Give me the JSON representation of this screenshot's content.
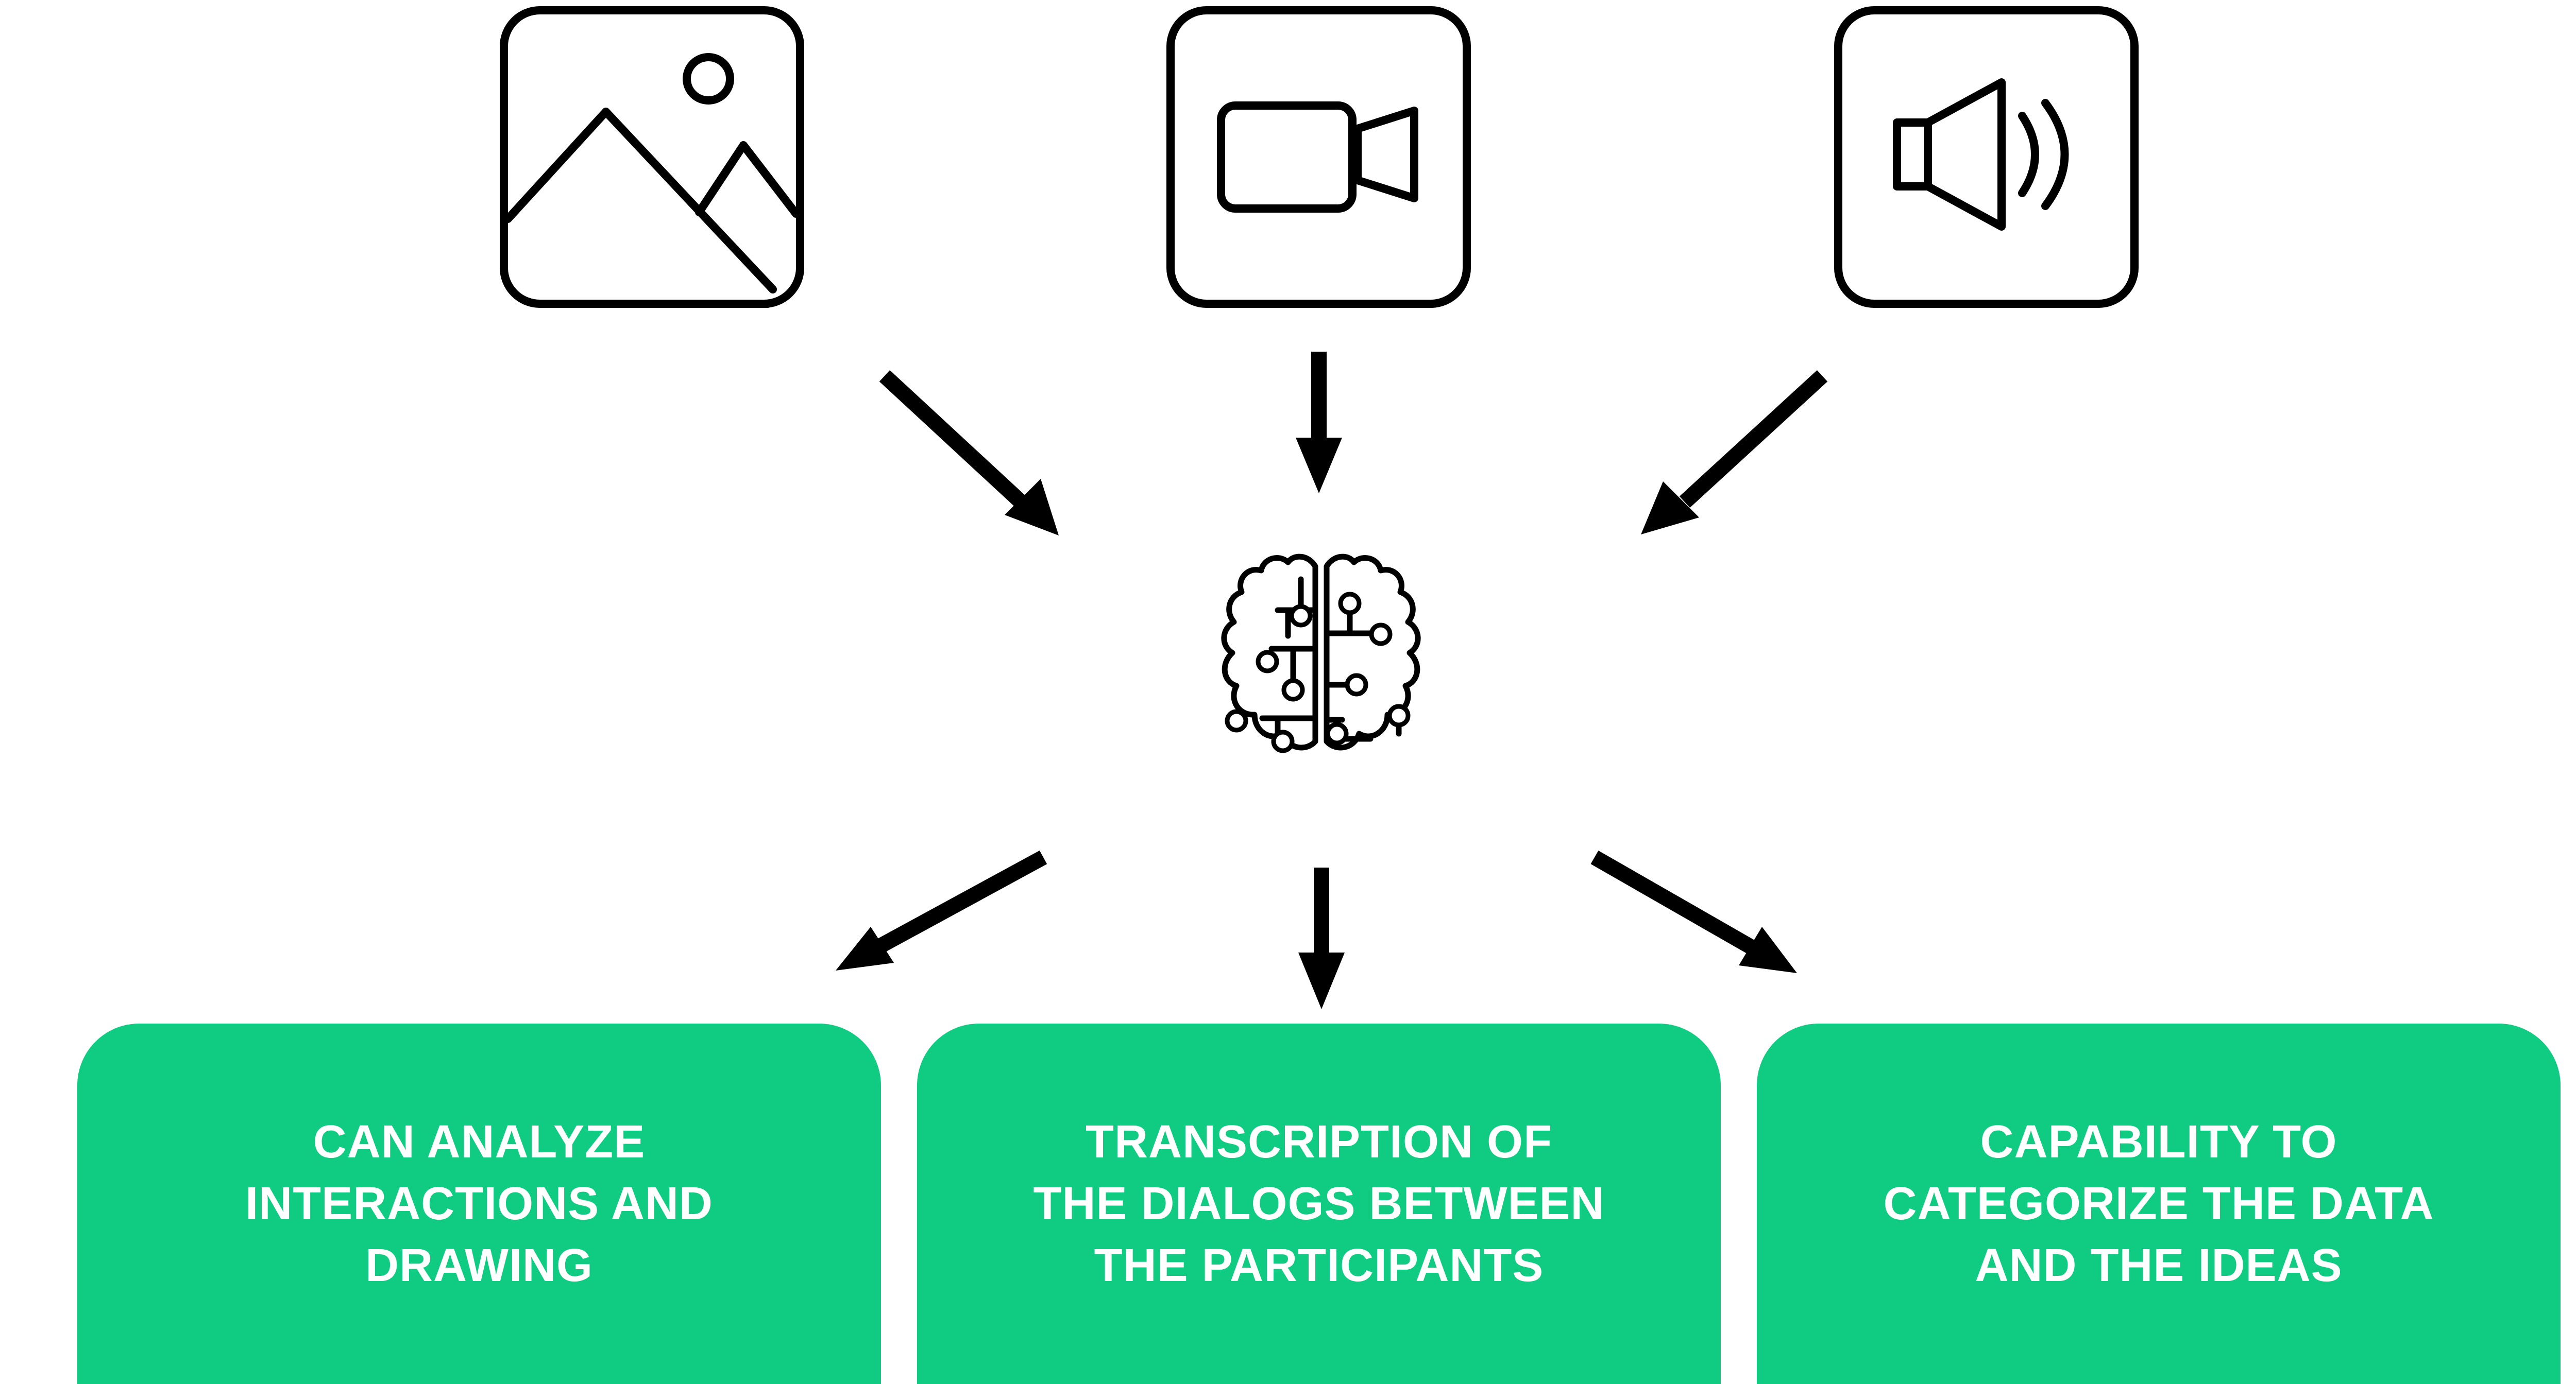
{
  "colors": {
    "card_background": "#10cc82",
    "card_text": "#ffffff",
    "line": "#000000",
    "background": "#ffffff"
  },
  "inputs": [
    {
      "icon": "image-icon"
    },
    {
      "icon": "video-camera-icon"
    },
    {
      "icon": "speaker-icon"
    }
  ],
  "center": {
    "icon": "ai-brain-icon"
  },
  "outputs": [
    {
      "label": "CAN ANALYZE\nINTERACTIONS AND\nDRAWING"
    },
    {
      "label": "TRANSCRIPTION OF\nTHE DIALOGS BETWEEN\nTHE PARTICIPANTS"
    },
    {
      "label": "CAPABILITY TO\nCATEGORIZE THE DATA\nAND THE IDEAS"
    }
  ]
}
